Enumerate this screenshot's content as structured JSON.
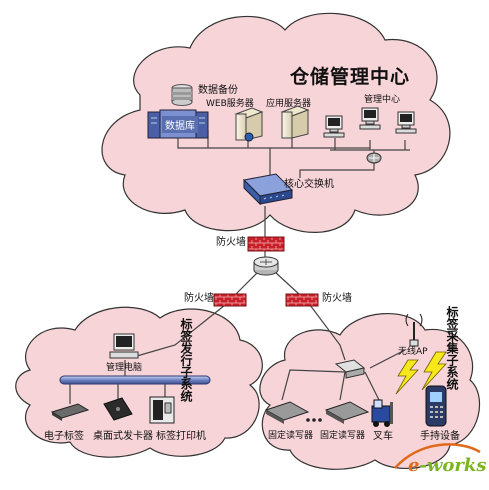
{
  "title": "仓储管理中心",
  "labels": {
    "backup": "数据备份",
    "database": "数据库",
    "web_server": "WEB服务器",
    "app_server": "应用服务器",
    "mgmt_center": "管理中心",
    "core_switch": "核心交换机",
    "firewall_main": "防火墙",
    "firewall_left": "防火墙",
    "firewall_right": "防火墙",
    "mgmt_pc": "管理电脑",
    "e_tag": "电子标签",
    "desktop_issuer": "桌面式发卡器",
    "tag_printer": "标签打印机",
    "fixed_reader_1": "固定读写器",
    "fixed_reader_2": "固定读写器",
    "wireless_ap": "无线AP",
    "forklift": "叉车",
    "handheld": "手持设备"
  },
  "subsystems": {
    "left": "标签发行子系统",
    "right": "标签采集子系统"
  },
  "logo": {
    "prefix": "e",
    "rest": "-works"
  },
  "colors": {
    "cloud_fill": "#f7d4d8",
    "cloud_stroke": "#333333",
    "firewall": "#c8202a",
    "switch": "#3c5ea8",
    "line": "#555555",
    "bus": "#6f82c4"
  }
}
